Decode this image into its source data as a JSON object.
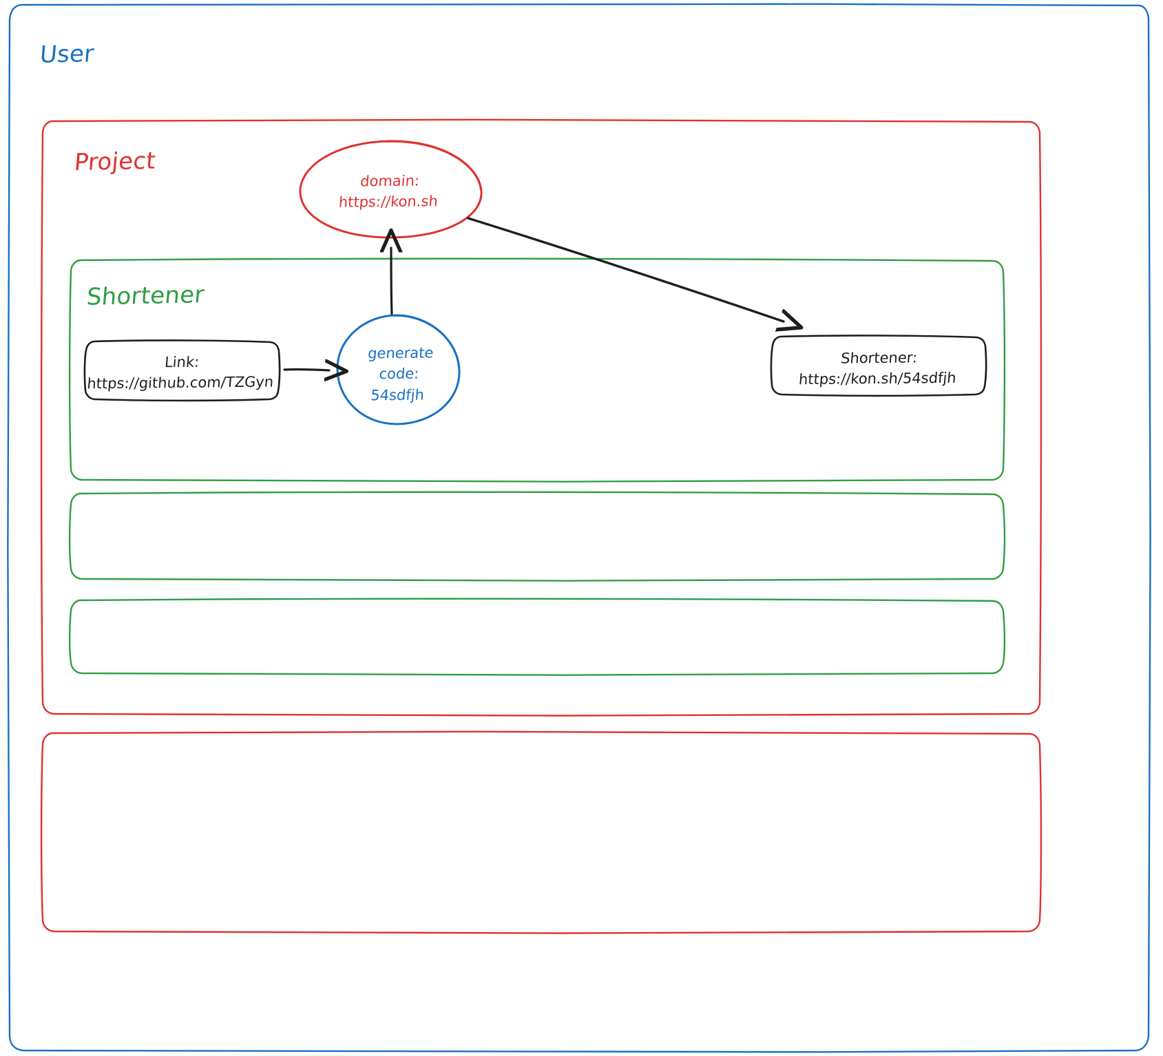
{
  "diagram": {
    "type": "architecture-sketch",
    "style": "hand-drawn",
    "background": "#ffffff",
    "colors": {
      "user": "#1971c2",
      "project": "#e03131",
      "shortener": "#2f9e44",
      "ink": "#1e1e1e"
    },
    "containers": {
      "user": {
        "label": "User",
        "color": "#1971c2"
      },
      "project": {
        "label": "Project",
        "color": "#e03131"
      },
      "shortener": {
        "label": "Shortener",
        "color": "#2f9e44"
      },
      "empty_group_1": {
        "label": "",
        "color": "#2f9e44"
      },
      "empty_group_2": {
        "label": "",
        "color": "#2f9e44"
      },
      "empty_project_2": {
        "label": "",
        "color": "#e03131"
      }
    },
    "nodes": {
      "domain": {
        "shape": "ellipse",
        "color": "#e03131",
        "line1": "domain:",
        "line2": "https://kon.sh"
      },
      "link": {
        "shape": "rounded-rect",
        "color": "#1e1e1e",
        "line1": "Link:",
        "line2": "https://github.com/TZGyn"
      },
      "generate": {
        "shape": "circle",
        "color": "#1971c2",
        "line1": "generate",
        "line2": "code:",
        "line3": "54sdfjh"
      },
      "result": {
        "shape": "rounded-rect",
        "color": "#1e1e1e",
        "line1": "Shortener:",
        "line2": "https://kon.sh/54sdfjh"
      }
    },
    "arrows": [
      {
        "name": "link-to-generate",
        "from": "link",
        "to": "generate",
        "color": "#1e1e1e"
      },
      {
        "name": "generate-to-domain",
        "from": "generate",
        "to": "domain",
        "color": "#1e1e1e"
      },
      {
        "name": "domain-to-result",
        "from": "domain",
        "to": "result",
        "color": "#1e1e1e"
      }
    ]
  }
}
